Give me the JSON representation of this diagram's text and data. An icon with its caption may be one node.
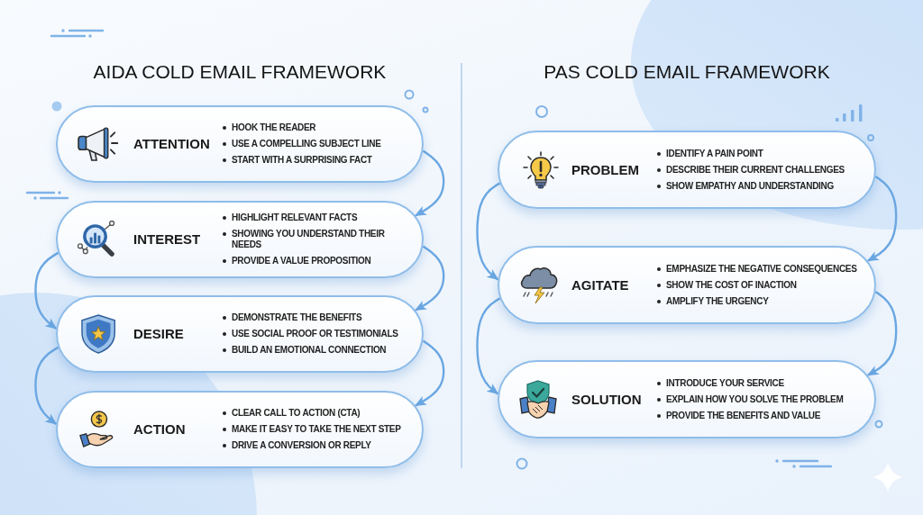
{
  "diagram": {
    "nodes": [
      {
        "text": [
          "ATTENTION",
          "HOOK THE READER",
          "USE A COMPELLING SUBJECT LINE",
          "START WITH A SURPRISING FACT"
        ]
      },
      {
        "text": [
          "INTEREST",
          "HIGHLIGHT RELEVANT FACTS",
          "SHOWING YOU UNDERSTAND THEIR NEEDS",
          "PROVIDE A VALUE PROPOSITION"
        ]
      },
      {
        "text": [
          "DESIRE",
          "DEMONSTRATE THE BENEFITS",
          "USE SOCIAL PROOF OR TESTIMONIALS",
          "BUILD AN EMOTIONAL CONNECTION"
        ]
      },
      {
        "text": [
          "ACTION",
          "CLEAR CALL TO ACTION (CTA)",
          "MAKE IT EASY TO TAKE THE NEXT STEP",
          "DRIVE A CONVERSION OR REPLY"
        ]
      },
      {
        "text": [
          "PROBLEM",
          "IDENTIFY A PAIN POINT",
          "DESCRIBE THEIR CURRENT CHALLENGES",
          "SHOW EMPATHY AND UNDERSTANDING"
        ]
      },
      {
        "text": [
          "AGITATE",
          "EMPHASIZE THE NEGATIVE CONSEQUENCES",
          "SHOW THE COST OF INACTION",
          "AMPLIFY THE URGENCY"
        ]
      },
      {
        "text": [
          "SOLUTION",
          "INTRODUCE YOUR SERVICE",
          "EXPLAIN HOW YOU SOLVE THE PROBLEM",
          "PROVIDE THE BENEFITS AND VALUE"
        ]
      }
    ],
    "edges": [
      {
        "from": 0,
        "to": 1,
        "arrow": "to"
      },
      {
        "from": 1,
        "to": 2,
        "arrow": "to"
      },
      {
        "from": 1,
        "to": 2,
        "arrow": "to"
      },
      {
        "from": 2,
        "to": 3,
        "arrow": "to"
      },
      {
        "from": 2,
        "to": 3,
        "arrow": "to"
      },
      {
        "from": 4,
        "to": 5,
        "arrow": "to"
      },
      {
        "from": 4,
        "to": 5,
        "arrow": "to"
      },
      {
        "from": 5,
        "to": 6,
        "arrow": "to"
      },
      {
        "from": 5,
        "to": 6,
        "arrow": "to"
      }
    ],
    "labels": [
      "AIDA COLD EMAIL FRAMEWORK",
      "PAS COLD EMAIL FRAMEWORK"
    ]
  }
}
